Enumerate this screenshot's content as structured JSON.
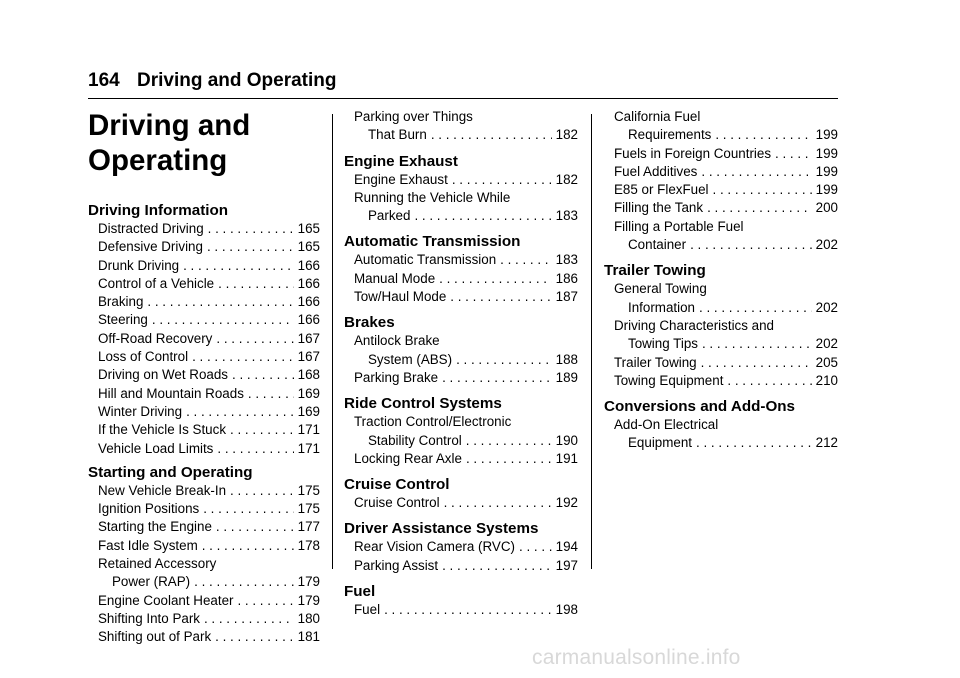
{
  "header": {
    "page_number": "164",
    "title": "Driving and Operating"
  },
  "chapter_title_line1": "Driving and",
  "chapter_title_line2": "Operating",
  "col1": [
    {
      "title": "Driving Information",
      "entries": [
        {
          "text": "Distracted Driving",
          "page": "165"
        },
        {
          "text": "Defensive Driving",
          "page": "165"
        },
        {
          "text": "Drunk Driving",
          "page": "166"
        },
        {
          "text": "Control of a Vehicle",
          "page": "166"
        },
        {
          "text": "Braking",
          "page": "166"
        },
        {
          "text": "Steering",
          "page": "166"
        },
        {
          "text": "Off-Road Recovery",
          "page": "167"
        },
        {
          "text": "Loss of Control",
          "page": "167"
        },
        {
          "text": "Driving on Wet Roads",
          "page": "168"
        },
        {
          "text": "Hill and Mountain Roads",
          "page": "169"
        },
        {
          "text": "Winter Driving",
          "page": "169"
        },
        {
          "text": "If the Vehicle Is Stuck",
          "page": "171"
        },
        {
          "text": "Vehicle Load Limits",
          "page": "171"
        }
      ]
    },
    {
      "title": "Starting and Operating",
      "entries": [
        {
          "text": "New Vehicle Break-In",
          "page": "175"
        },
        {
          "text": "Ignition Positions",
          "page": "175"
        },
        {
          "text": "Starting the Engine",
          "page": "177"
        },
        {
          "text": "Fast Idle System",
          "page": "178"
        },
        {
          "wrap": "Retained Accessory",
          "text": "Power (RAP)",
          "page": "179"
        },
        {
          "text": "Engine Coolant Heater",
          "page": "179"
        },
        {
          "text": "Shifting Into Park",
          "page": "180"
        },
        {
          "text": "Shifting out of Park",
          "page": "181"
        }
      ]
    }
  ],
  "col2_lead": {
    "wrap": "Parking over Things",
    "text": "That Burn",
    "page": "182"
  },
  "col2": [
    {
      "title": "Engine Exhaust",
      "entries": [
        {
          "text": "Engine Exhaust",
          "page": "182"
        },
        {
          "wrap": "Running the Vehicle While",
          "text": "Parked",
          "page": "183"
        }
      ]
    },
    {
      "title": "Automatic Transmission",
      "entries": [
        {
          "text": "Automatic Transmission",
          "page": "183"
        },
        {
          "text": "Manual Mode",
          "page": "186"
        },
        {
          "text": "Tow/Haul Mode",
          "page": "187"
        }
      ]
    },
    {
      "title": "Brakes",
      "entries": [
        {
          "wrap": "Antilock Brake",
          "text": "System (ABS)",
          "page": "188"
        },
        {
          "text": "Parking Brake",
          "page": "189"
        }
      ]
    },
    {
      "title": "Ride Control Systems",
      "entries": [
        {
          "wrap": "Traction Control/Electronic",
          "text": "Stability Control",
          "page": "190"
        },
        {
          "text": "Locking Rear Axle",
          "page": "191"
        }
      ]
    },
    {
      "title": "Cruise Control",
      "entries": [
        {
          "text": "Cruise Control",
          "page": "192"
        }
      ]
    },
    {
      "title": "Driver Assistance Systems",
      "entries": [
        {
          "text": "Rear Vision Camera (RVC)",
          "page": "194"
        },
        {
          "text": "Parking Assist",
          "page": "197"
        }
      ]
    },
    {
      "title": "Fuel",
      "entries": [
        {
          "text": "Fuel",
          "page": "198"
        }
      ]
    }
  ],
  "col3_lead": [
    {
      "wrap": "California Fuel",
      "text": "Requirements",
      "page": "199"
    },
    {
      "text": "Fuels in Foreign Countries",
      "page": "199"
    },
    {
      "text": "Fuel Additives",
      "page": "199"
    },
    {
      "text": "E85 or FlexFuel",
      "page": "199"
    },
    {
      "text": "Filling the Tank",
      "page": "200"
    },
    {
      "wrap": "Filling a Portable Fuel",
      "text": "Container",
      "page": "202"
    }
  ],
  "col3": [
    {
      "title": "Trailer Towing",
      "entries": [
        {
          "wrap": "General Towing",
          "text": "Information",
          "page": "202"
        },
        {
          "wrap": "Driving Characteristics and",
          "text": "Towing Tips",
          "page": "202"
        },
        {
          "text": "Trailer Towing",
          "page": "205"
        },
        {
          "text": "Towing Equipment",
          "page": "210"
        }
      ]
    },
    {
      "title": "Conversions and Add-Ons",
      "entries": [
        {
          "wrap": "Add-On Electrical",
          "text": "Equipment",
          "page": "212"
        }
      ]
    }
  ],
  "watermark": "carmanualsonline.info"
}
